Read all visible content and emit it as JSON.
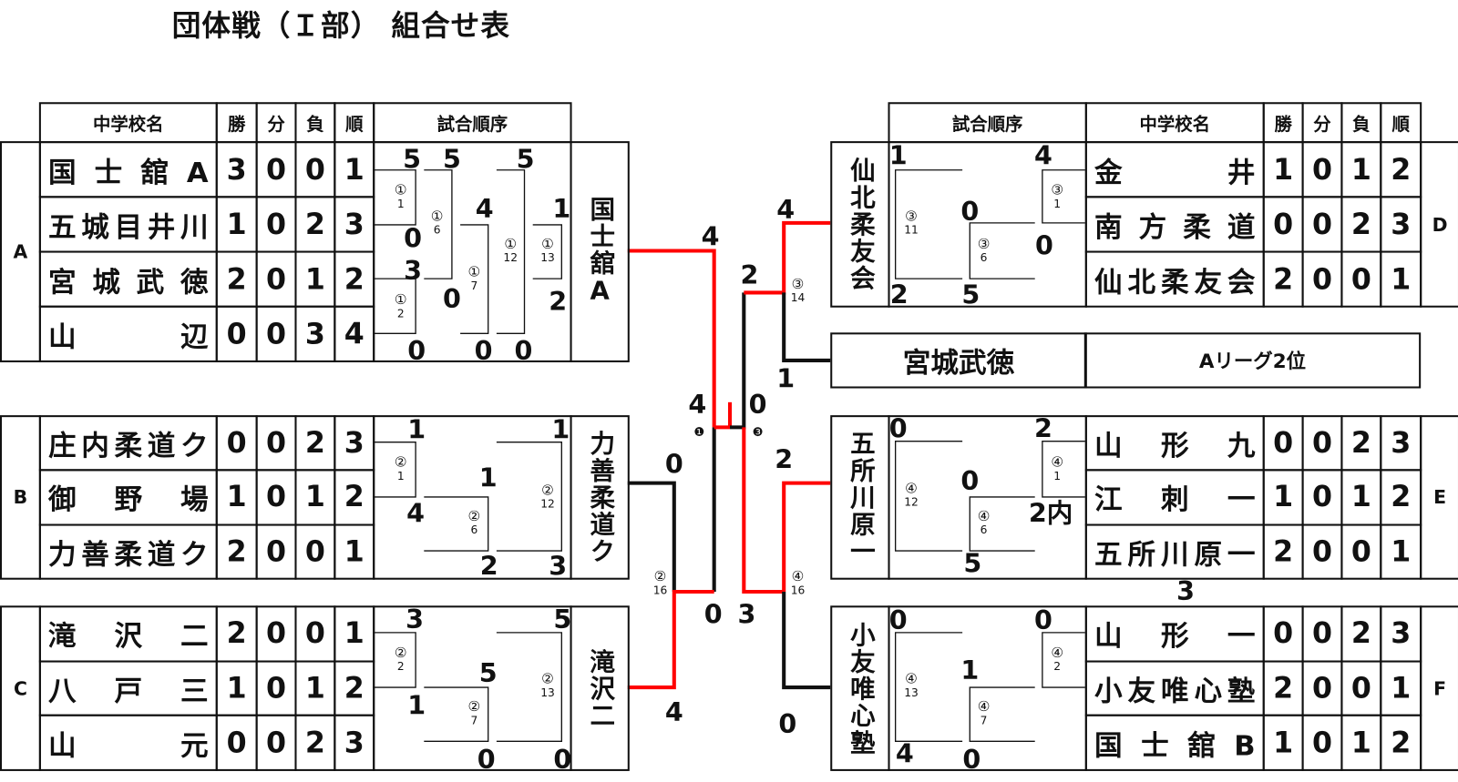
{
  "title": "団体戦（Ｉ部） 組合せ表",
  "headers": {
    "school": "中学校名",
    "win": "勝",
    "draw": "分",
    "loss": "負",
    "rank": "順",
    "order": "試合順序"
  },
  "colors": {
    "winner_line": "#ff0000",
    "line": "#111111"
  },
  "groups": [
    {
      "label": "A",
      "side": "left",
      "winner": "国士舘A",
      "rows": [
        [
          "国士舘A",
          "3",
          "0",
          "0",
          "1"
        ],
        [
          "五城目井川",
          "1",
          "0",
          "2",
          "3"
        ],
        [
          "宮城武徳",
          "2",
          "0",
          "1",
          "2"
        ],
        [
          "山辺",
          "0",
          "0",
          "3",
          "4"
        ]
      ],
      "matches": [
        {
          "c": "①",
          "n": "1"
        },
        {
          "c": "①",
          "n": "2"
        },
        {
          "c": "①",
          "n": "6"
        },
        {
          "c": "①",
          "n": "7"
        },
        {
          "c": "①",
          "n": "12"
        },
        {
          "c": "①",
          "n": "13"
        }
      ],
      "scores": [
        "5",
        "5",
        "5",
        "4",
        "1",
        "0",
        "3",
        "0",
        "2",
        "0",
        "0",
        "0"
      ]
    },
    {
      "label": "B",
      "side": "left",
      "winner": "力善柔道ク",
      "rows": [
        [
          "庄内柔道ク",
          "0",
          "0",
          "2",
          "3"
        ],
        [
          "御野場",
          "1",
          "0",
          "1",
          "2"
        ],
        [
          "力善柔道ク",
          "2",
          "0",
          "0",
          "1"
        ]
      ],
      "matches": [
        {
          "c": "②",
          "n": "1"
        },
        {
          "c": "②",
          "n": "6"
        },
        {
          "c": "②",
          "n": "12"
        }
      ],
      "scores": [
        "1",
        "1",
        "1",
        "4",
        "2",
        "3"
      ]
    },
    {
      "label": "C",
      "side": "left",
      "winner": "滝沢二",
      "rows": [
        [
          "滝沢二",
          "2",
          "0",
          "0",
          "1"
        ],
        [
          "八戸三",
          "1",
          "0",
          "1",
          "2"
        ],
        [
          "山元",
          "0",
          "0",
          "2",
          "3"
        ]
      ],
      "matches": [
        {
          "c": "②",
          "n": "2"
        },
        {
          "c": "②",
          "n": "7"
        },
        {
          "c": "②",
          "n": "13"
        }
      ],
      "scores": [
        "3",
        "5",
        "5",
        "1",
        "0",
        "0"
      ]
    },
    {
      "label": "D",
      "side": "right",
      "winner": "仙北柔友会",
      "rows": [
        [
          "金井",
          "1",
          "0",
          "1",
          "2"
        ],
        [
          "南方柔道",
          "0",
          "0",
          "2",
          "3"
        ],
        [
          "仙北柔友会",
          "2",
          "0",
          "0",
          "1"
        ]
      ],
      "matches": [
        {
          "c": "③",
          "n": "11"
        },
        {
          "c": "③",
          "n": "6"
        },
        {
          "c": "③",
          "n": "1"
        }
      ],
      "scores": [
        "1",
        "4",
        "0",
        "0",
        "2",
        "5"
      ]
    },
    {
      "label": "E",
      "side": "right",
      "winner": "五所川原一",
      "rows": [
        [
          "山形九",
          "0",
          "0",
          "2",
          "3"
        ],
        [
          "江刺一",
          "1",
          "0",
          "1",
          "2"
        ],
        [
          "五所川原一",
          "2",
          "0",
          "0",
          "1"
        ]
      ],
      "matches": [
        {
          "c": "④",
          "n": "12"
        },
        {
          "c": "④",
          "n": "6"
        },
        {
          "c": "④",
          "n": "1"
        }
      ],
      "scores": [
        "0",
        "2",
        "0",
        "2内",
        "3",
        "5"
      ]
    },
    {
      "label": "F",
      "side": "right",
      "winner": "小友唯心塾",
      "rows": [
        [
          "山形一",
          "0",
          "0",
          "2",
          "3"
        ],
        [
          "小友唯心塾",
          "2",
          "0",
          "0",
          "1"
        ],
        [
          "国士舘B",
          "1",
          "0",
          "1",
          "2"
        ]
      ],
      "matches": [
        {
          "c": "④",
          "n": "13"
        },
        {
          "c": "④",
          "n": "7"
        },
        {
          "c": "④",
          "n": "2"
        }
      ],
      "scores": [
        "0",
        "0",
        "1",
        "4",
        "0"
      ]
    }
  ],
  "wildcard": {
    "team": "宮城武徳",
    "note": "Aリーグ2位"
  },
  "final": {
    "matches": [
      {
        "c": "②",
        "n": "16"
      },
      {
        "c": "④",
        "n": "16"
      },
      {
        "c": "③",
        "n": "14"
      }
    ],
    "scores": [
      "4",
      "2",
      "4",
      "1",
      "4",
      "0",
      "0",
      "0",
      "3",
      "4",
      "2",
      "0"
    ],
    "marks": [
      "❶",
      "❸"
    ]
  }
}
